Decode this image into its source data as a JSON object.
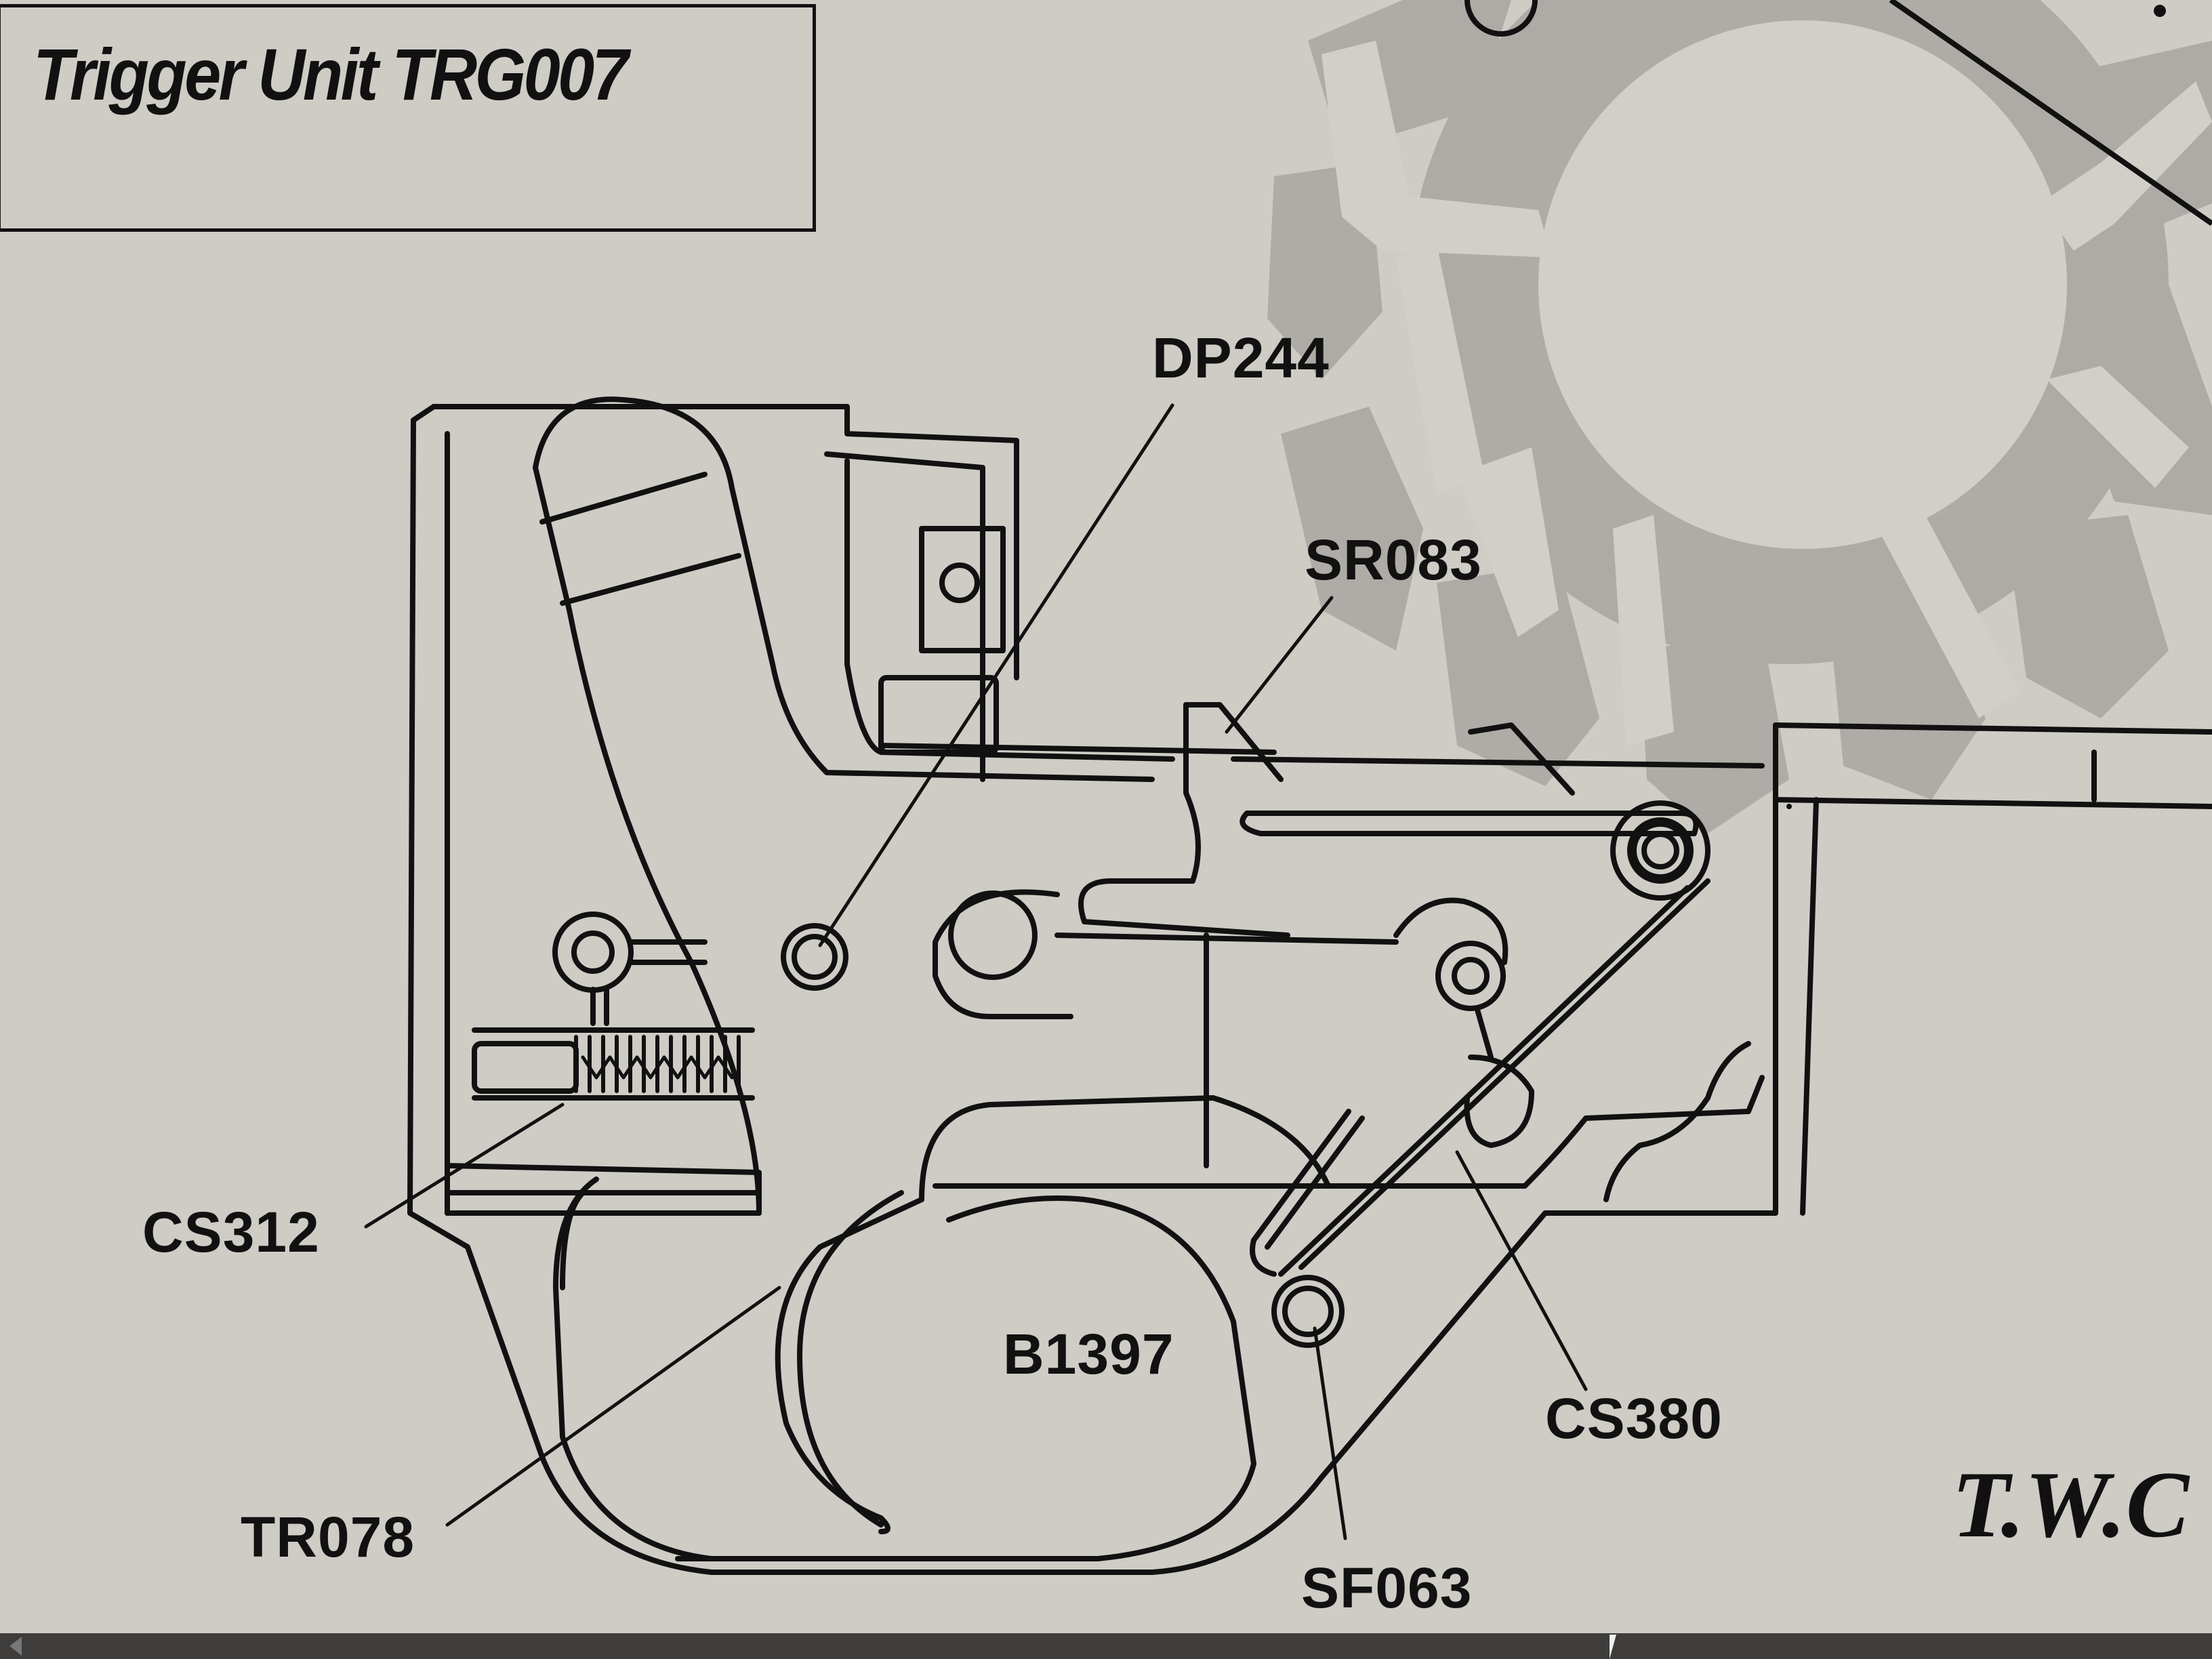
{
  "title": "Trigger Unit TRG007",
  "brand": "T.W.C",
  "colors": {
    "background": "#cfccc6",
    "ink": "#111111",
    "watermark": "#a9a6a1",
    "scrollbar": "#3f3d3b"
  },
  "icons": {
    "watermark": "gear-watermark-icon",
    "scroll_left": "scroll-left-arrow-icon",
    "cursor": "mouse-cursor-icon"
  },
  "part_labels": {
    "dp244": "DP244",
    "sr083": "SR083",
    "cs312": "CS312",
    "b1397": "B1397",
    "cs380": "CS380",
    "tr078": "TR078",
    "sf063": "SF063"
  }
}
